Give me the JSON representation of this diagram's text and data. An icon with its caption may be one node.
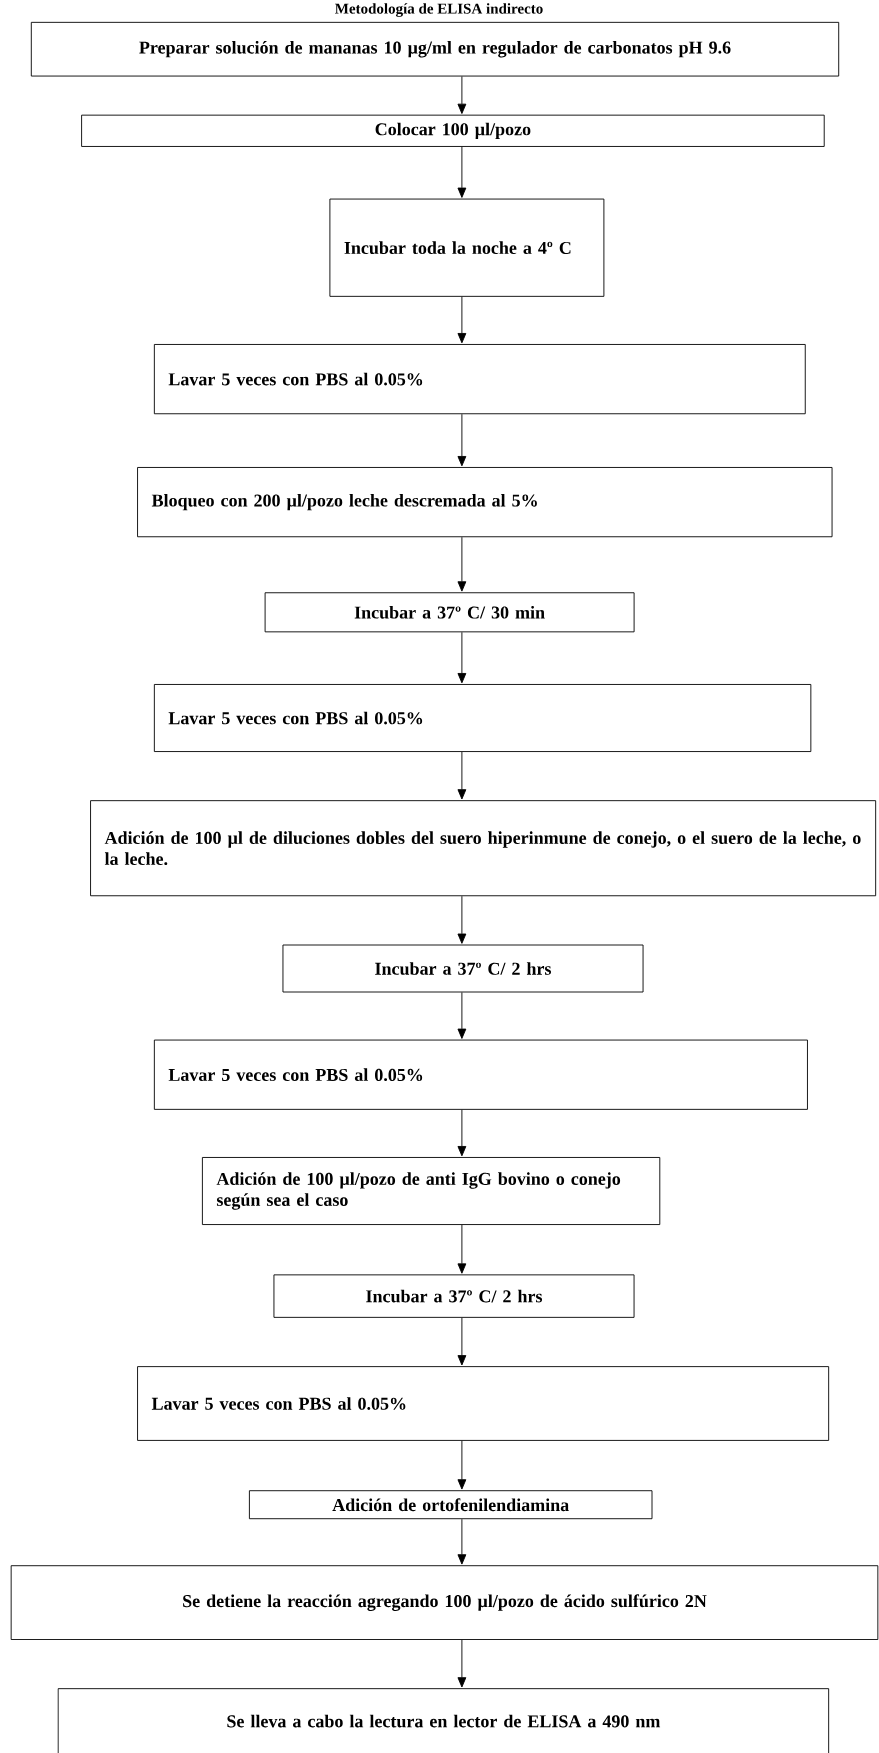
{
  "diagram": {
    "title": "Metodología de ELISA indirecto",
    "nodes": [
      {
        "text": [
          "Preparar solución de mananas 10 µg/ml en regulador de carbonatos pH 9.6"
        ]
      },
      {
        "text": [
          "Colocar 100 µl/pozo"
        ]
      },
      {
        "text": [
          "Incubar toda la noche a 4º C"
        ]
      },
      {
        "text": [
          "Lavar 5 veces con PBS al 0.05%"
        ]
      },
      {
        "text": [
          "Bloqueo  con 200 µl/pozo leche descremada al 5%"
        ]
      },
      {
        "text": [
          "Incubar a 37º C/ 30 min"
        ]
      },
      {
        "text": [
          "Lavar 5 veces con PBS al 0.05%"
        ]
      },
      {
        "text": [
          "Adición de 100 µl de diluciones dobles del suero hiperinmune de conejo, o  el suero de la leche, o la leche."
        ]
      },
      {
        "text": [
          "Incubar a 37º C/ 2 hrs"
        ]
      },
      {
        "text": [
          "Lavar 5 veces con PBS al 0.05%"
        ]
      },
      {
        "text": [
          "Adición de 100 µl/pozo de anti IgG bovino o conejo según sea el caso"
        ]
      },
      {
        "text": [
          "Incubar a 37º C/ 2 hrs"
        ]
      },
      {
        "text": [
          "Lavar 5 veces con PBS al 0.05%"
        ]
      },
      {
        "text": [
          "Adición de ortofenilendiamina"
        ]
      },
      {
        "text": [
          "Se detiene la reacción agregando 100 µl/pozo de ácido sulfúrico 2N"
        ]
      },
      {
        "text": [
          "Se lleva a cabo la lectura en lector de ELISA a 490 nm"
        ]
      }
    ],
    "edges": [
      {
        "from": 0,
        "to": 1,
        "arrow": "to"
      },
      {
        "from": 1,
        "to": 2,
        "arrow": "to"
      },
      {
        "from": 2,
        "to": 3,
        "arrow": "to"
      },
      {
        "from": 3,
        "to": 4,
        "arrow": "to"
      },
      {
        "from": 4,
        "to": 5,
        "arrow": "to"
      },
      {
        "from": 5,
        "to": 6,
        "arrow": "to"
      },
      {
        "from": 6,
        "to": 7,
        "arrow": "to"
      },
      {
        "from": 7,
        "to": 8,
        "arrow": "to"
      },
      {
        "from": 8,
        "to": 9,
        "arrow": "to"
      },
      {
        "from": 9,
        "to": 10,
        "arrow": "to"
      },
      {
        "from": 10,
        "to": 11,
        "arrow": "to"
      },
      {
        "from": 11,
        "to": 12,
        "arrow": "to"
      },
      {
        "from": 12,
        "to": 13,
        "arrow": "to"
      },
      {
        "from": 13,
        "to": 14,
        "arrow": "to"
      },
      {
        "from": 14,
        "to": 15,
        "arrow": "to"
      }
    ]
  }
}
